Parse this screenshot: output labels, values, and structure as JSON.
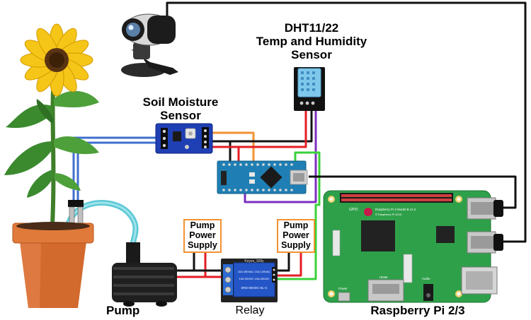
{
  "labels": {
    "dht_title": "DHT11/22",
    "dht_line2": "Temp and Humidity",
    "dht_line3": "Sensor",
    "soil_line1": "Soil Moisture",
    "soil_line2": "Sensor",
    "pump": "Pump",
    "relay": "Relay",
    "pi": "Raspberry Pi 2/3",
    "psu_left_1": "Pump",
    "psu_left_2": "Power",
    "psu_left_3": "Supply",
    "psu_right_1": "Pump",
    "psu_right_2": "Power",
    "psu_right_3": "Supply"
  },
  "board_text": {
    "relay_brand": "Keyes_SRly",
    "relay_spec1": "10A 250VAC  10A 125VAC",
    "relay_spec2": "10A 30VDC  10A 28VDC",
    "relay_model": "SRD-05VDC-SL-C",
    "pi_model": "Raspberry Pi 3 Model B v1.2",
    "pi_copy": "© Raspberry Pi 2015",
    "pi_hdmi": "HDMI",
    "pi_audio": "Audio",
    "pi_power": "Power",
    "pi_gpio": "GPIO"
  },
  "wire_colors": {
    "blue": "#3f6fcf",
    "orange": "#f39233",
    "black": "#111111",
    "red": "#e31e24",
    "purple": "#7b2fbf",
    "green": "#3ad13a",
    "cyan": "#5cc8d6"
  }
}
